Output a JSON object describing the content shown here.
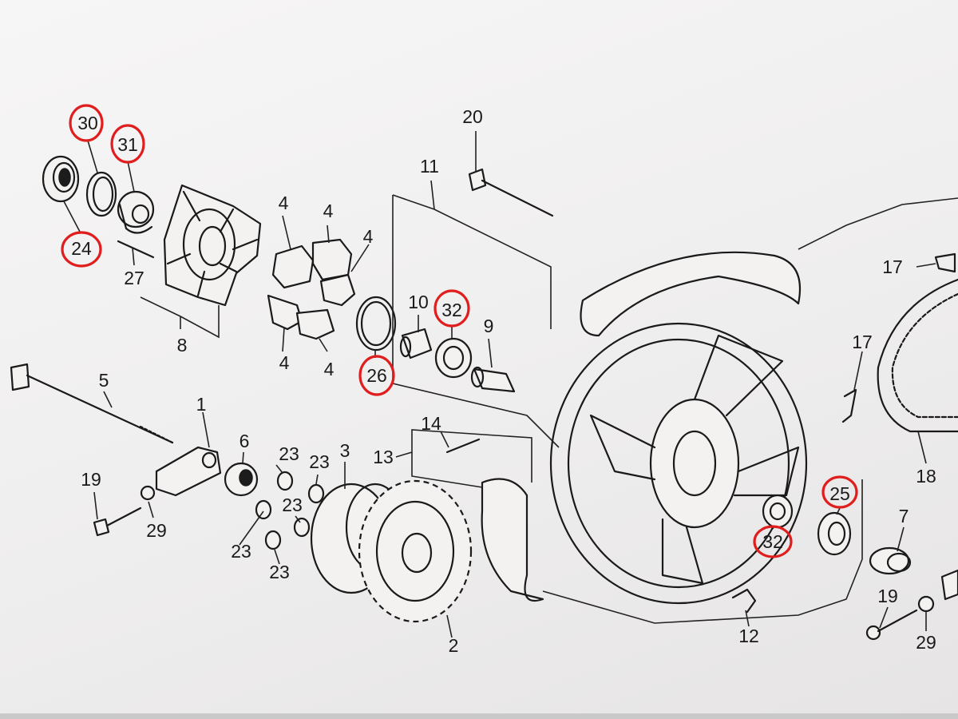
{
  "callouts": [
    {
      "id": "c30",
      "label": "30",
      "circled": true
    },
    {
      "id": "c31",
      "label": "31",
      "circled": true
    },
    {
      "id": "c24",
      "label": "24",
      "circled": true
    },
    {
      "id": "c27",
      "label": "27",
      "circled": false
    },
    {
      "id": "c8",
      "label": "8",
      "circled": false
    },
    {
      "id": "c4a",
      "label": "4",
      "circled": false
    },
    {
      "id": "c4b",
      "label": "4",
      "circled": false
    },
    {
      "id": "c4c",
      "label": "4",
      "circled": false
    },
    {
      "id": "c4d",
      "label": "4",
      "circled": false
    },
    {
      "id": "c4e",
      "label": "4",
      "circled": false
    },
    {
      "id": "c26",
      "label": "26",
      "circled": true
    },
    {
      "id": "c11",
      "label": "11",
      "circled": false
    },
    {
      "id": "c20",
      "label": "20",
      "circled": false
    },
    {
      "id": "c10",
      "label": "10",
      "circled": false
    },
    {
      "id": "c32a",
      "label": "32",
      "circled": true
    },
    {
      "id": "c9",
      "label": "9",
      "circled": false
    },
    {
      "id": "c5",
      "label": "5",
      "circled": false
    },
    {
      "id": "c1",
      "label": "1",
      "circled": false
    },
    {
      "id": "c6",
      "label": "6",
      "circled": false
    },
    {
      "id": "c19a",
      "label": "19",
      "circled": false
    },
    {
      "id": "c29a",
      "label": "29",
      "circled": false
    },
    {
      "id": "c23a",
      "label": "23",
      "circled": false
    },
    {
      "id": "c23b",
      "label": "23",
      "circled": false
    },
    {
      "id": "c23c",
      "label": "23",
      "circled": false
    },
    {
      "id": "c23d",
      "label": "23",
      "circled": false
    },
    {
      "id": "c23e",
      "label": "23",
      "circled": false
    },
    {
      "id": "c3",
      "label": "3",
      "circled": false
    },
    {
      "id": "c13",
      "label": "13",
      "circled": false
    },
    {
      "id": "c14",
      "label": "14",
      "circled": false
    },
    {
      "id": "c2",
      "label": "2",
      "circled": false
    },
    {
      "id": "c17a",
      "label": "17",
      "circled": false
    },
    {
      "id": "c17b",
      "label": "17",
      "circled": false
    },
    {
      "id": "c18",
      "label": "18",
      "circled": false
    },
    {
      "id": "c25",
      "label": "25",
      "circled": true
    },
    {
      "id": "c32b",
      "label": "32",
      "circled": true
    },
    {
      "id": "c7",
      "label": "7",
      "circled": false
    },
    {
      "id": "c12",
      "label": "12",
      "circled": false
    },
    {
      "id": "c19b",
      "label": "19",
      "circled": false
    },
    {
      "id": "c29b",
      "label": "29",
      "circled": false
    }
  ],
  "colors": {
    "paper": "#f4f3f3",
    "ink": "#1a1a1a",
    "highlight_circle": "#e01e1e"
  }
}
